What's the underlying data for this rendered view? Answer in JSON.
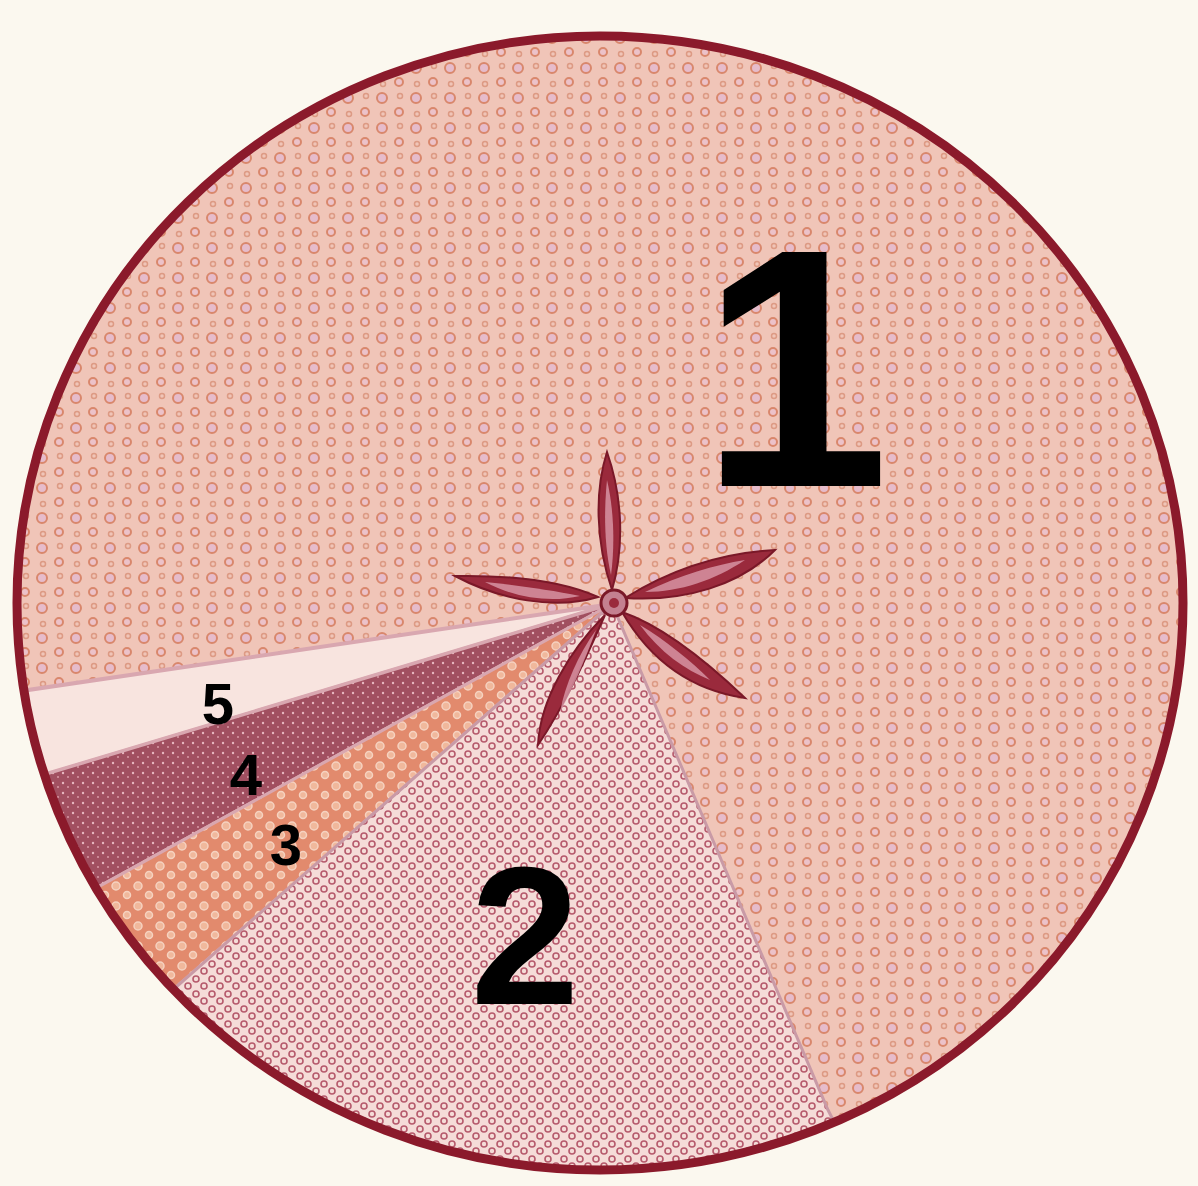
{
  "diagram": {
    "labels": [
      "1",
      "5",
      "4",
      "3",
      "2"
    ]
  }
}
